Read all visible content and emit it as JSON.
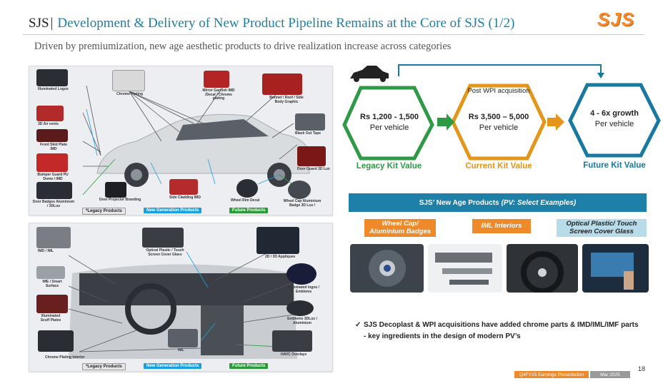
{
  "header": {
    "brand": "SJS",
    "separator": "|",
    "title": "Development & Delivery of New Product Pipeline Remains at the Core of SJS (1/2)",
    "logo_text": "SJS",
    "subtitle": "Driven by premiumization, new age aesthetic products to drive realization increase across categories"
  },
  "exterior_panel": {
    "callouts": [
      "Illuminated Logos",
      "3D Air vents",
      "Front Skid Plate IMD",
      "Bumper Guard PU Dome / IMD",
      "Door Badges Aluminium / 3DLux",
      "Door Projector Branding",
      "Side Cladding IMD",
      "Wheel Rim Decal",
      "Wheel Cap Aluminium Badge 3D Lux /",
      "Door Guard 3D Lux",
      "Black Out Tape",
      "Bonnet / Roof / Side Body Graphic",
      "Mirror Garnish IMD /Decal / Chrome plating",
      "Chrome Plating"
    ],
    "legend": [
      "*Legacy Products",
      "New Generation Products",
      "Future Products"
    ]
  },
  "interior_panel": {
    "callouts": [
      "IMD / IML",
      "IME / Smart Surface",
      "Illuminated Scuff Plates",
      "Chrome Plating Interior",
      "Optical Plastic / Touch Screen Cover Glass",
      "2D / 3D Appliques",
      "Illuminated logos / Emblems",
      "Emblems 3DLux / Aluminium",
      "IML",
      "HAVC Overlays"
    ],
    "legend": [
      "*Legacy Products",
      "New Generation Products",
      "Future Products"
    ]
  },
  "kit_values": [
    {
      "pre": "",
      "value": "Rs 1,200 - 1,500",
      "unit": "Per vehicle",
      "label": "Legacy Kit Value",
      "color": "#2e9a46"
    },
    {
      "pre": "Post WPI acquisition",
      "value": "Rs 3,500 – 5,000",
      "unit": "Per vehicle",
      "label": "Current Kit Value",
      "color": "#e3961a"
    },
    {
      "pre": "",
      "value": "4 - 6x growth",
      "unit": "Per vehicle",
      "label": "Future Kit Value",
      "color": "#17799f"
    }
  ],
  "new_age": {
    "header": "SJS’ New Age Products",
    "header_italic": "(PV: Select Examples)",
    "categories": [
      "Wheel Cap/ Aluminium Badges",
      "IML Interiors",
      "Optical Plastic/ Touch Screen Cover Glass"
    ]
  },
  "bullet": {
    "tick": "✓",
    "text": "SJS Decoplast & WPI acquisitions have added chrome parts & IMD/IML/IMF parts - key ingredients in the design of modern PV’s"
  },
  "footer": {
    "presentation": "Q4FY25 Earnings Presentation",
    "date": "Mar 2025",
    "page": "18"
  },
  "colors": {
    "title_blue": "#1d7fa3",
    "legacy_green": "#2e9a46",
    "current_orange": "#e3961a",
    "future_blue": "#17799f",
    "footer_orange": "#ef8a2b",
    "footer_gray": "#9a9a9a"
  }
}
